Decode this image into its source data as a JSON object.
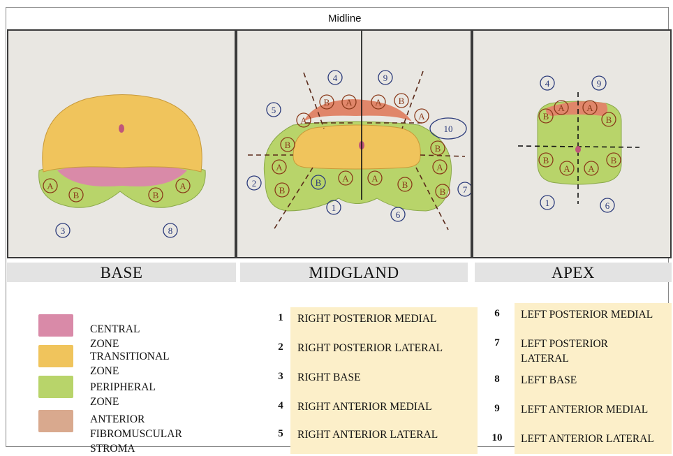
{
  "header": {
    "midline_label": "Midline"
  },
  "sections": [
    {
      "label": "BASE"
    },
    {
      "label": "MIDGLAND"
    },
    {
      "label": "APEX"
    }
  ],
  "markers": {
    "a": "A",
    "b": "B"
  },
  "numbers": [
    "1",
    "2",
    "3",
    "4",
    "5",
    "6",
    "7",
    "8",
    "9",
    "10"
  ],
  "legend": [
    {
      "label": "CENTRAL ZONE",
      "color": "#d98aa8"
    },
    {
      "label": "TRANSITIONAL ZONE",
      "color": "#f0c45c"
    },
    {
      "label": "PERIPHERAL ZONE",
      "color": "#b8d46a"
    },
    {
      "label": "ANTERIOR\nFIBROMUSCULAR STROMA",
      "color": "#d9a98e"
    }
  ],
  "segments_left": [
    {
      "num": "1",
      "label": "RIGHT  POSTERIOR MEDIAL"
    },
    {
      "num": "2",
      "label": "RIGHT POSTERIOR LATERAL"
    },
    {
      "num": "3",
      "label": "RIGHT BASE"
    },
    {
      "num": "4",
      "label": "RIGHT ANTERIOR MEDIAL"
    },
    {
      "num": "5",
      "label": "RIGHT ANTERIOR LATERAL"
    }
  ],
  "segments_right": [
    {
      "num": "6",
      "label": "LEFT POSTERIOR MEDIAL"
    },
    {
      "num": "7",
      "label": "LEFT POSTERIOR\nLATERAL"
    },
    {
      "num": "8",
      "label": "LEFT BASE"
    },
    {
      "num": "9",
      "label": "LEFT ANTERIOR MEDIAL"
    },
    {
      "num": "10",
      "label": "LEFT ANTERIOR LATERAL"
    }
  ]
}
